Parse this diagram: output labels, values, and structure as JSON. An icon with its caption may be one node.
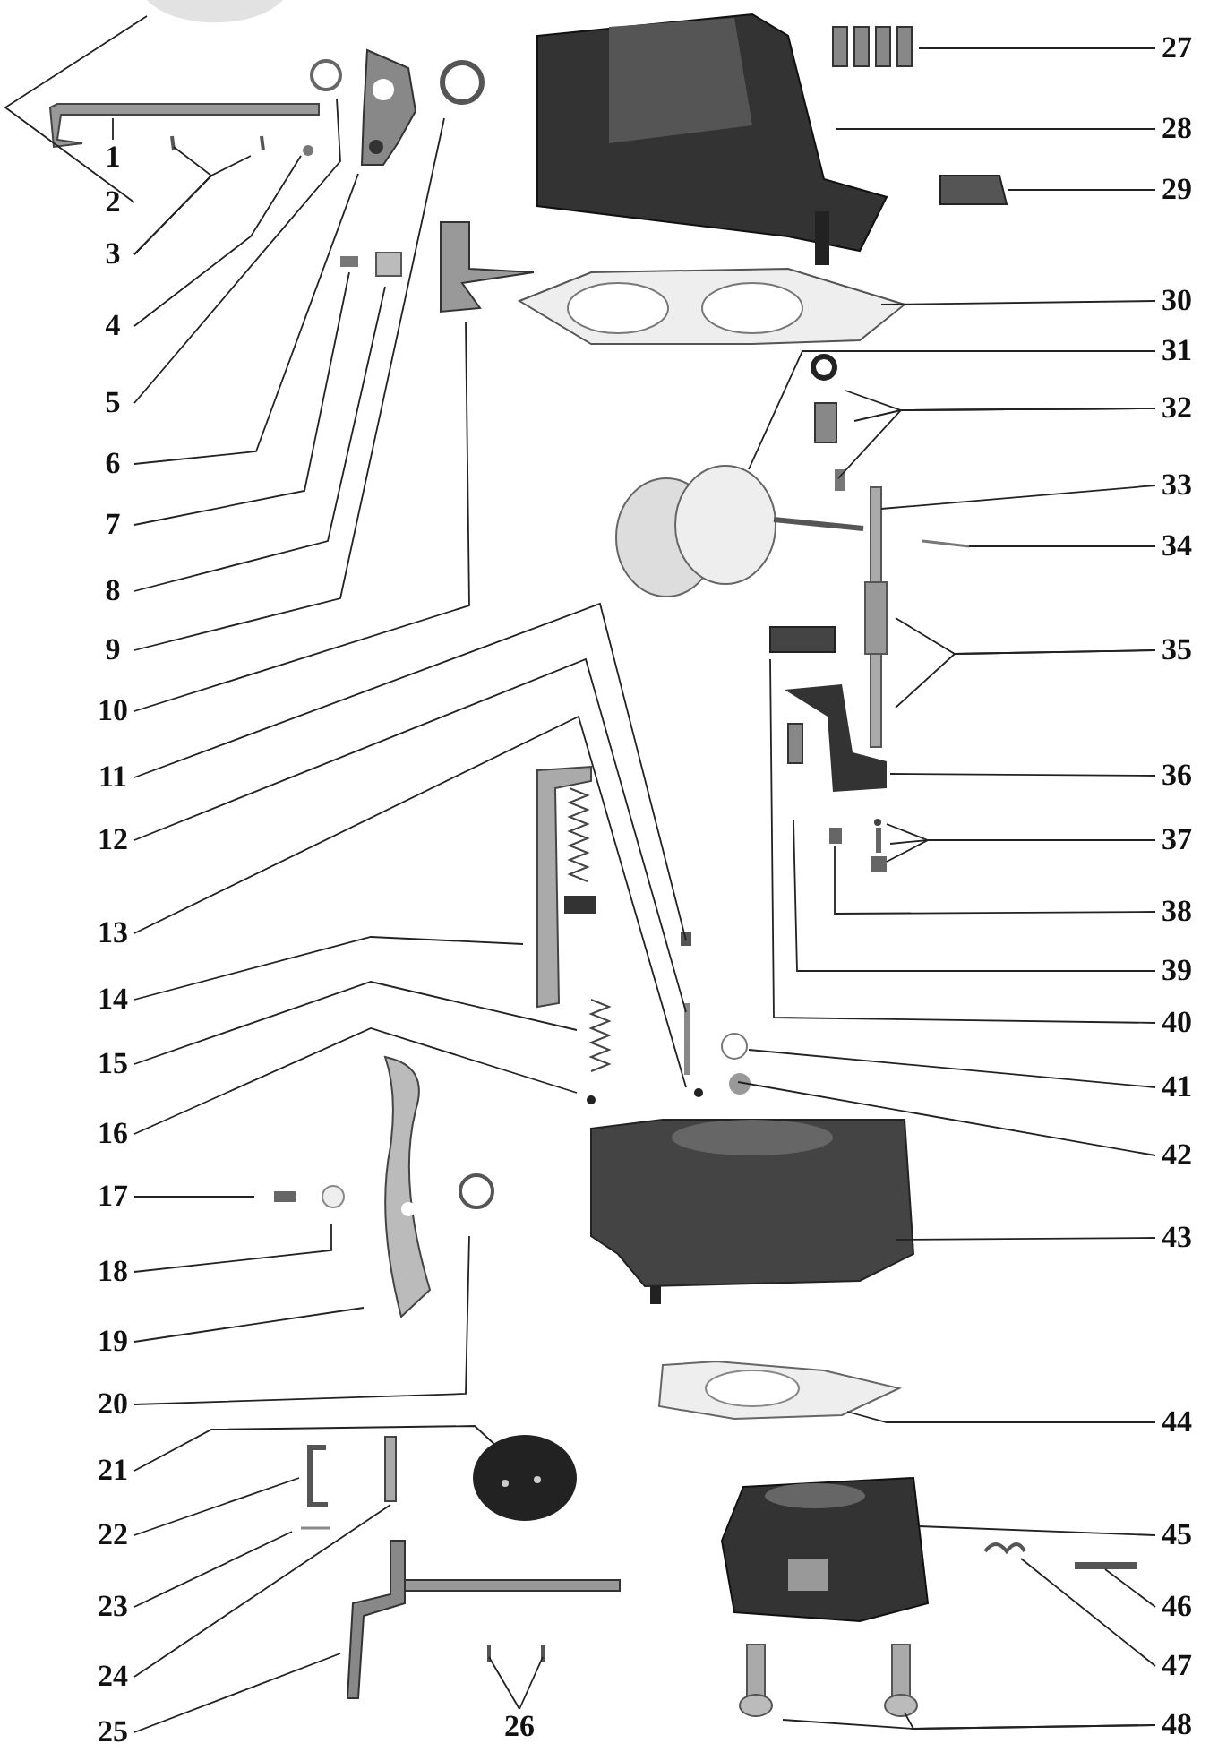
{
  "diagram": {
    "nodes": [
      {
        "text": [
          "1"
        ]
      },
      {
        "text": [
          "2"
        ]
      },
      {
        "text": [
          "3"
        ]
      },
      {
        "text": [
          "4"
        ]
      },
      {
        "text": [
          "5"
        ]
      },
      {
        "text": [
          "6"
        ]
      },
      {
        "text": [
          "7"
        ]
      },
      {
        "text": [
          "8"
        ]
      },
      {
        "text": [
          "9"
        ]
      },
      {
        "text": [
          "10"
        ]
      },
      {
        "text": [
          "11"
        ]
      },
      {
        "text": [
          "12"
        ]
      },
      {
        "text": [
          "13"
        ]
      },
      {
        "text": [
          "14"
        ]
      },
      {
        "text": [
          "15"
        ]
      },
      {
        "text": [
          "16"
        ]
      },
      {
        "text": [
          "17"
        ]
      },
      {
        "text": [
          "18"
        ]
      },
      {
        "text": [
          "19"
        ]
      },
      {
        "text": [
          "20"
        ]
      },
      {
        "text": [
          "21"
        ]
      },
      {
        "text": [
          "22"
        ]
      },
      {
        "text": [
          "23"
        ]
      },
      {
        "text": [
          "24"
        ]
      },
      {
        "text": [
          "25"
        ]
      },
      {
        "text": [
          "26"
        ]
      },
      {
        "text": [
          "27"
        ]
      },
      {
        "text": [
          "28"
        ]
      },
      {
        "text": [
          "29"
        ]
      },
      {
        "text": [
          "30"
        ]
      },
      {
        "text": [
          "31"
        ]
      },
      {
        "text": [
          "32"
        ]
      },
      {
        "text": [
          "33"
        ]
      },
      {
        "text": [
          "34"
        ]
      },
      {
        "text": [
          "35"
        ]
      },
      {
        "text": [
          "36"
        ]
      },
      {
        "text": [
          "37"
        ]
      },
      {
        "text": [
          "38"
        ]
      },
      {
        "text": [
          "39"
        ]
      },
      {
        "text": [
          "40"
        ]
      },
      {
        "text": [
          "41"
        ]
      },
      {
        "text": [
          "42"
        ]
      },
      {
        "text": [
          "43"
        ]
      },
      {
        "text": [
          "44"
        ]
      },
      {
        "text": [
          "45"
        ]
      },
      {
        "text": [
          "46"
        ]
      },
      {
        "text": [
          "47"
        ]
      },
      {
        "text": [
          "48"
        ]
      }
    ],
    "edges": [
      {
        "from": 0,
        "to": null,
        "arrow": "none"
      },
      {
        "from": 1,
        "to": null,
        "arrow": "none"
      },
      {
        "from": 2,
        "to": null,
        "arrow": "none"
      },
      {
        "from": 2,
        "to": null,
        "arrow": "none"
      },
      {
        "from": 3,
        "to": null,
        "arrow": "none"
      },
      {
        "from": 4,
        "to": null,
        "arrow": "none"
      },
      {
        "from": 5,
        "to": null,
        "arrow": "none"
      },
      {
        "from": 6,
        "to": null,
        "arrow": "none"
      },
      {
        "from": 7,
        "to": null,
        "arrow": "none"
      },
      {
        "from": 8,
        "to": null,
        "arrow": "none"
      },
      {
        "from": 9,
        "to": null,
        "arrow": "none"
      },
      {
        "from": 10,
        "to": null,
        "arrow": "none"
      },
      {
        "from": 11,
        "to": null,
        "arrow": "none"
      },
      {
        "from": 12,
        "to": null,
        "arrow": "none"
      },
      {
        "from": 13,
        "to": null,
        "arrow": "none"
      },
      {
        "from": 14,
        "to": null,
        "arrow": "none"
      },
      {
        "from": 15,
        "to": null,
        "arrow": "none"
      },
      {
        "from": 16,
        "to": null,
        "arrow": "none"
      },
      {
        "from": 17,
        "to": null,
        "arrow": "none"
      },
      {
        "from": 18,
        "to": null,
        "arrow": "none"
      },
      {
        "from": 19,
        "to": null,
        "arrow": "none"
      },
      {
        "from": 20,
        "to": null,
        "arrow": "none"
      },
      {
        "from": 21,
        "to": null,
        "arrow": "none"
      },
      {
        "from": 22,
        "to": null,
        "arrow": "none"
      },
      {
        "from": 23,
        "to": null,
        "arrow": "none"
      },
      {
        "from": 24,
        "to": null,
        "arrow": "none"
      },
      {
        "from": 25,
        "to": null,
        "arrow": "none"
      },
      {
        "from": 25,
        "to": null,
        "arrow": "none"
      },
      {
        "from": 26,
        "to": null,
        "arrow": "none"
      },
      {
        "from": 27,
        "to": null,
        "arrow": "none"
      },
      {
        "from": 28,
        "to": null,
        "arrow": "none"
      },
      {
        "from": 29,
        "to": null,
        "arrow": "none"
      },
      {
        "from": 30,
        "to": null,
        "arrow": "none"
      },
      {
        "from": 31,
        "to": null,
        "arrow": "none"
      },
      {
        "from": 31,
        "to": null,
        "arrow": "none"
      },
      {
        "from": 31,
        "to": null,
        "arrow": "none"
      },
      {
        "from": 32,
        "to": null,
        "arrow": "none"
      },
      {
        "from": 33,
        "to": null,
        "arrow": "none"
      },
      {
        "from": 34,
        "to": null,
        "arrow": "none"
      },
      {
        "from": 34,
        "to": null,
        "arrow": "none"
      },
      {
        "from": 35,
        "to": null,
        "arrow": "none"
      },
      {
        "from": 36,
        "to": null,
        "arrow": "none"
      },
      {
        "from": 36,
        "to": null,
        "arrow": "none"
      },
      {
        "from": 36,
        "to": null,
        "arrow": "none"
      },
      {
        "from": 37,
        "to": null,
        "arrow": "none"
      },
      {
        "from": 38,
        "to": null,
        "arrow": "none"
      },
      {
        "from": 39,
        "to": null,
        "arrow": "none"
      },
      {
        "from": 40,
        "to": null,
        "arrow": "none"
      },
      {
        "from": 41,
        "to": null,
        "arrow": "none"
      },
      {
        "from": 42,
        "to": null,
        "arrow": "none"
      },
      {
        "from": 43,
        "to": null,
        "arrow": "none"
      },
      {
        "from": 44,
        "to": null,
        "arrow": "none"
      },
      {
        "from": 45,
        "to": null,
        "arrow": "none"
      },
      {
        "from": 46,
        "to": null,
        "arrow": "none"
      },
      {
        "from": 47,
        "to": null,
        "arrow": "none"
      },
      {
        "from": 47,
        "to": null,
        "arrow": "none"
      }
    ]
  }
}
